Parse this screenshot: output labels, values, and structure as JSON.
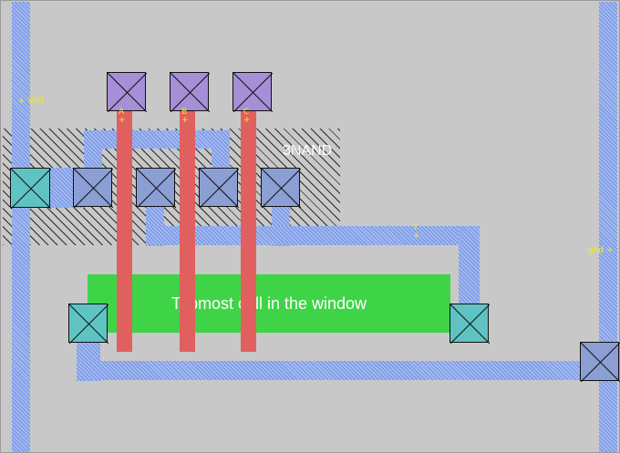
{
  "colors": {
    "background": "#c8c8c8",
    "metal": "#9fb6e6",
    "poly": "#e06060",
    "highlight": "#3fd447",
    "label": "#f2ee1a",
    "contact_cyan": "#5fc3c3",
    "contact_blue": "#8b9fd4",
    "contact_purple": "#a68fd6"
  },
  "cell": {
    "name": "3NAND"
  },
  "highlight": {
    "text": "Topmost cell in the window"
  },
  "labels": {
    "vdd": "+ Vdd",
    "gnd": "gnd +",
    "y": "Y",
    "y_mark": "+",
    "a": "A",
    "b": "B",
    "c": "C",
    "mark": "+"
  }
}
